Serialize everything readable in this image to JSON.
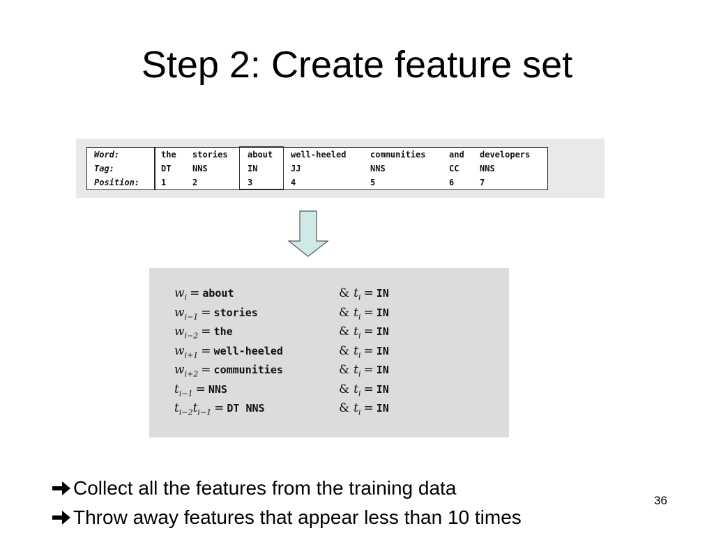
{
  "slide": {
    "title": "Step 2: Create feature set",
    "page_number": "36"
  },
  "tag_table": {
    "headers": [
      "Word:",
      "Tag:",
      "Position:"
    ],
    "words": [
      "the",
      "stories",
      "about",
      "well-heeled",
      "communities",
      "and",
      "developers"
    ],
    "tags": [
      "DT",
      "NNS",
      "IN",
      "JJ",
      "NNS",
      "CC",
      "NNS"
    ],
    "positions": [
      "1",
      "2",
      "3",
      "4",
      "5",
      "6",
      "7"
    ],
    "highlighted_word": "about"
  },
  "features": [
    {
      "lhs_var": "w",
      "lhs_sub": "i",
      "lhs_var2": "",
      "lhs_sub2": "",
      "lhs_val": "about",
      "rhs_var": "t",
      "rhs_sub": "i",
      "rhs_val": "IN"
    },
    {
      "lhs_var": "w",
      "lhs_sub": "i−1",
      "lhs_var2": "",
      "lhs_sub2": "",
      "lhs_val": "stories",
      "rhs_var": "t",
      "rhs_sub": "i",
      "rhs_val": "IN"
    },
    {
      "lhs_var": "w",
      "lhs_sub": "i−2",
      "lhs_var2": "",
      "lhs_sub2": "",
      "lhs_val": "the",
      "rhs_var": "t",
      "rhs_sub": "i",
      "rhs_val": "IN"
    },
    {
      "lhs_var": "w",
      "lhs_sub": "i+1",
      "lhs_var2": "",
      "lhs_sub2": "",
      "lhs_val": "well-heeled",
      "rhs_var": "t",
      "rhs_sub": "i",
      "rhs_val": "IN"
    },
    {
      "lhs_var": "w",
      "lhs_sub": "i+2",
      "lhs_var2": "",
      "lhs_sub2": "",
      "lhs_val": "communities",
      "rhs_var": "t",
      "rhs_sub": "i",
      "rhs_val": "IN"
    },
    {
      "lhs_var": "t",
      "lhs_sub": "i−1",
      "lhs_var2": "",
      "lhs_sub2": "",
      "lhs_val": "NNS",
      "rhs_var": "t",
      "rhs_sub": "i",
      "rhs_val": "IN"
    },
    {
      "lhs_var": "t",
      "lhs_sub": "i−2",
      "lhs_var2": "t",
      "lhs_sub2": "i−1",
      "lhs_val": "DT NNS",
      "rhs_var": "t",
      "rhs_sub": "i",
      "rhs_val": "IN"
    }
  ],
  "bullets": [
    {
      "arrow_icon": "right-arrow-icon",
      "text": "Collect all the features from the training data"
    },
    {
      "arrow_icon": "right-arrow-icon",
      "text": "Throw away features that appear less than 10 times"
    }
  ],
  "colors": {
    "arrow_fill": "#cfe9e9",
    "panel_bg": "#dcdcdc",
    "table_panel_bg": "#e9e9e9"
  }
}
